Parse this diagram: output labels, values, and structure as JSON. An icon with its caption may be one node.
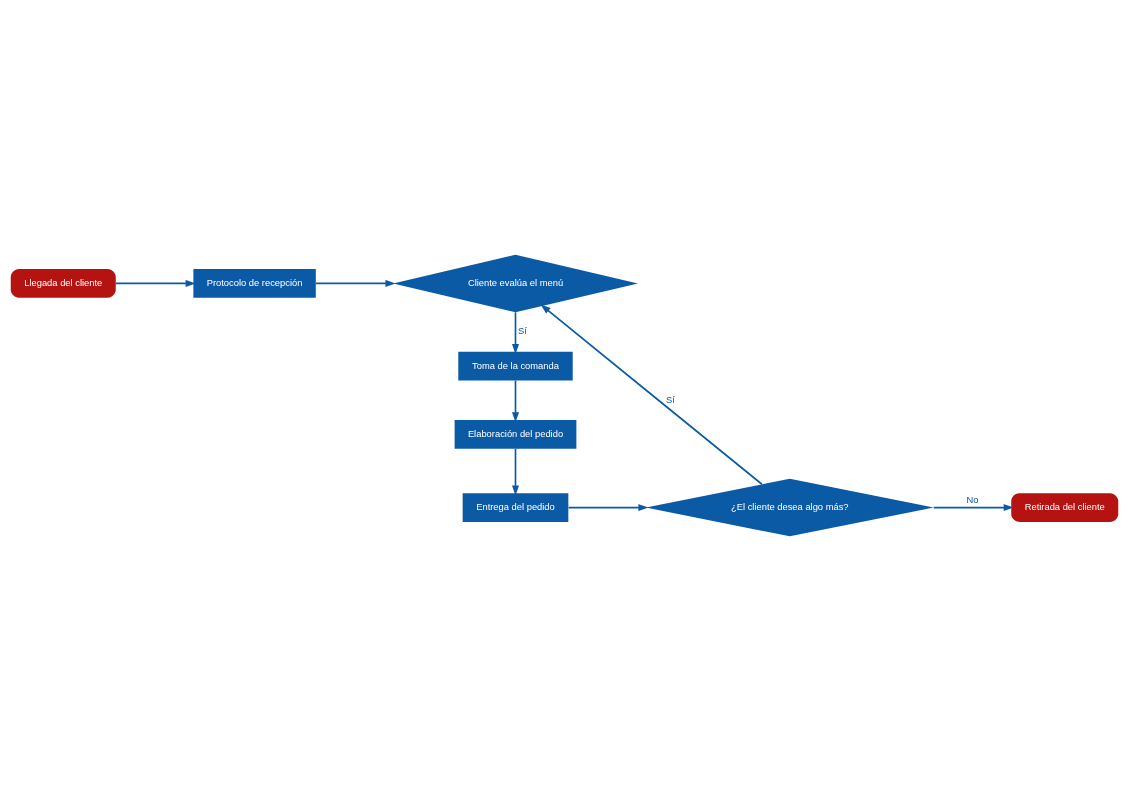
{
  "diagram": {
    "nodes": [
      {
        "text": [
          "Llegada del cliente"
        ]
      },
      {
        "text": [
          "Protocolo de recepción"
        ]
      },
      {
        "text": [
          "Cliente evalúa el menú"
        ]
      },
      {
        "text": [
          "Toma de la comanda"
        ]
      },
      {
        "text": [
          "Elaboración del pedido"
        ]
      },
      {
        "text": [
          "Entrega del pedido"
        ]
      },
      {
        "text": [
          "¿El cliente desea algo más?"
        ]
      },
      {
        "text": [
          "Retirada del cliente"
        ]
      }
    ],
    "edges": [
      {
        "from": 0,
        "to": 1,
        "arrow": "to"
      },
      {
        "from": 1,
        "to": 2,
        "arrow": "to"
      },
      {
        "from": 2,
        "to": 3,
        "arrow": "to",
        "label": "Sí"
      },
      {
        "from": 3,
        "to": 4,
        "arrow": "to"
      },
      {
        "from": 4,
        "to": 5,
        "arrow": "to"
      },
      {
        "from": 5,
        "to": 6,
        "arrow": "to"
      },
      {
        "from": 6,
        "to": 2,
        "arrow": "to",
        "label": "Sí"
      },
      {
        "from": 6,
        "to": 7,
        "arrow": "to",
        "label": "No"
      }
    ]
  }
}
